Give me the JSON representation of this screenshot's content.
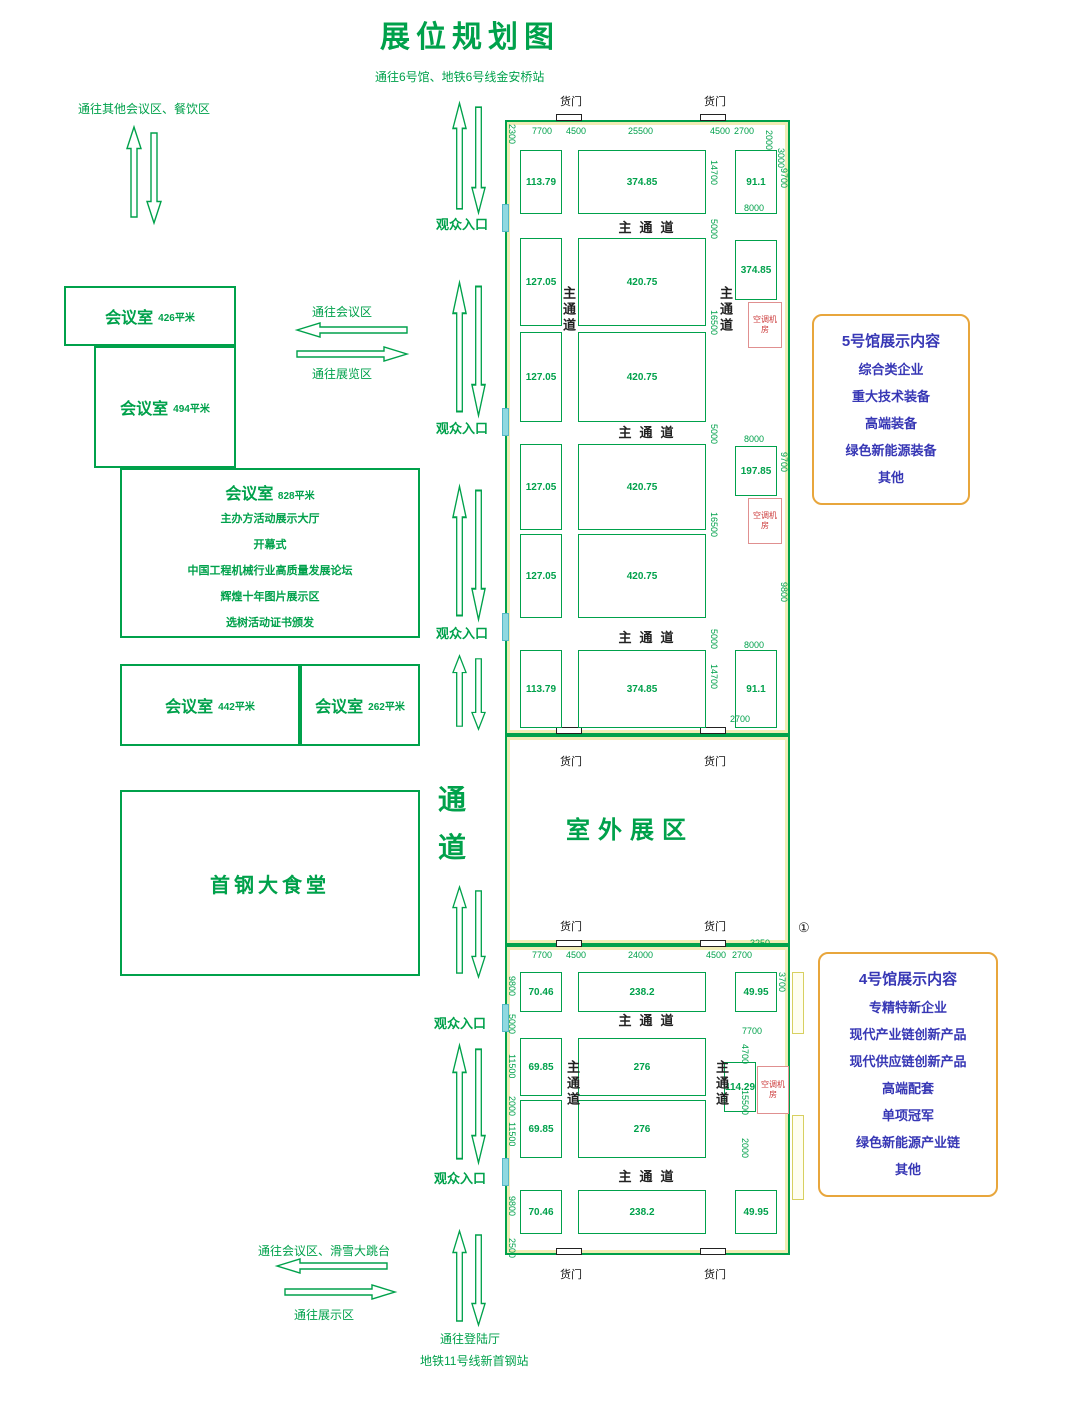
{
  "title": "展位规划图",
  "top": {
    "exit": "通往6号馆、地铁6号线金安桥站"
  },
  "left_area": {
    "top_exit": "通往其他会议区、餐饮区",
    "to_meeting": "通往会议区",
    "to_exhibit": "通往展览区",
    "bottom_exit": "通往会议区、滑雪大跳台",
    "to_display": "通往展示区"
  },
  "bottom_area": {
    "exit1": "通往登陆厅",
    "exit2": "地铁11号线新首钢站"
  },
  "corridor": {
    "char1": "通",
    "char2": "道",
    "entrance": "观众入口"
  },
  "common": {
    "cargo": "货门",
    "aisle": "主通道",
    "ac": "空调机房",
    "circle": "①"
  },
  "rooms": {
    "r426": {
      "name": "会议室",
      "area": "426平米"
    },
    "r494": {
      "name": "会议室",
      "area": "494平米"
    },
    "r828": {
      "name": "会议室",
      "area": "828平米",
      "lines": [
        "主办方活动展示大厅",
        "开幕式",
        "中国工程机械行业高质量发展论坛",
        "辉煌十年图片展示区",
        "选树活动证书颁发"
      ]
    },
    "r442": {
      "name": "会议室",
      "area": "442平米"
    },
    "r262": {
      "name": "会议室",
      "area": "262平米"
    },
    "canteen": "首钢大食堂"
  },
  "outdoor": {
    "label": "室外展区"
  },
  "hall5": {
    "booths_left": [
      "113.79",
      "127.05",
      "127.05",
      "127.05",
      "127.05",
      "113.79"
    ],
    "booths_center": [
      "374.85",
      "420.75",
      "420.75",
      "420.75",
      "420.75",
      "374.85"
    ],
    "booths_right": [
      "91.1",
      "374.85",
      "197.85",
      "91.1"
    ],
    "dims_top": [
      "2300",
      "7700",
      "4500",
      "25500",
      "4500",
      "2700",
      "2000",
      "3000"
    ],
    "dims_inner": [
      "14700",
      "5000",
      "16500",
      "5000",
      "16500",
      "5000",
      "14700"
    ],
    "dims_right": [
      "9700",
      "8000",
      "8000",
      "9700",
      "9800",
      "8000",
      "2700"
    ],
    "info": {
      "title": "5号馆展示内容",
      "lines": [
        "综合类企业",
        "重大技术装备",
        "高端装备",
        "绿色新能源装备",
        "其他"
      ]
    }
  },
  "hall4": {
    "booths_left": [
      "70.46",
      "69.85",
      "69.85",
      "70.46"
    ],
    "booths_center": [
      "238.2",
      "276",
      "276",
      "238.2"
    ],
    "booths_right": [
      "49.95",
      "114.29",
      "49.95"
    ],
    "dims_top": [
      "7700",
      "4500",
      "24000",
      "4500",
      "2700",
      "3250",
      "3700"
    ],
    "dims_left": [
      "9800",
      "5000",
      "11500",
      "2000",
      "11500",
      "9800",
      "2500"
    ],
    "dims_right": [
      "7700",
      "4700",
      "15500",
      "2000"
    ],
    "info": {
      "title": "4号馆展示内容",
      "lines": [
        "专精特新企业",
        "现代产业链创新产品",
        "现代供应链创新产品",
        "高端配套",
        "单项冠军",
        "绿色新能源产业链",
        "其他"
      ]
    }
  },
  "colors": {
    "green": "#00A14B",
    "blue": "#3737B5",
    "orange": "#E8A63C",
    "red": "#CC3B3B"
  }
}
